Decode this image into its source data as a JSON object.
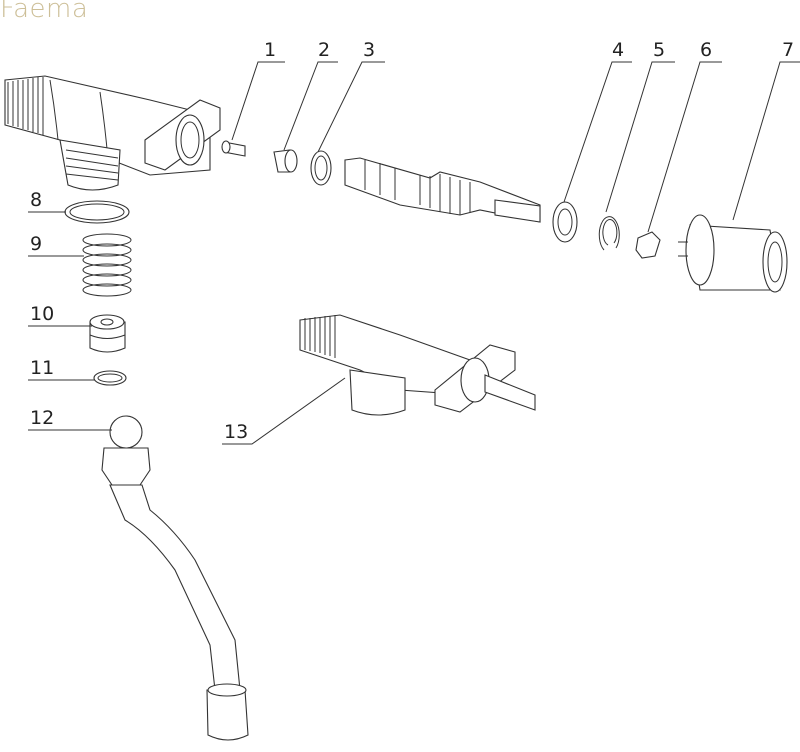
{
  "brand": "Faema",
  "callouts": [
    "1",
    "2",
    "3",
    "4",
    "5",
    "6",
    "7",
    "8",
    "9",
    "10",
    "11",
    "12",
    "13"
  ]
}
